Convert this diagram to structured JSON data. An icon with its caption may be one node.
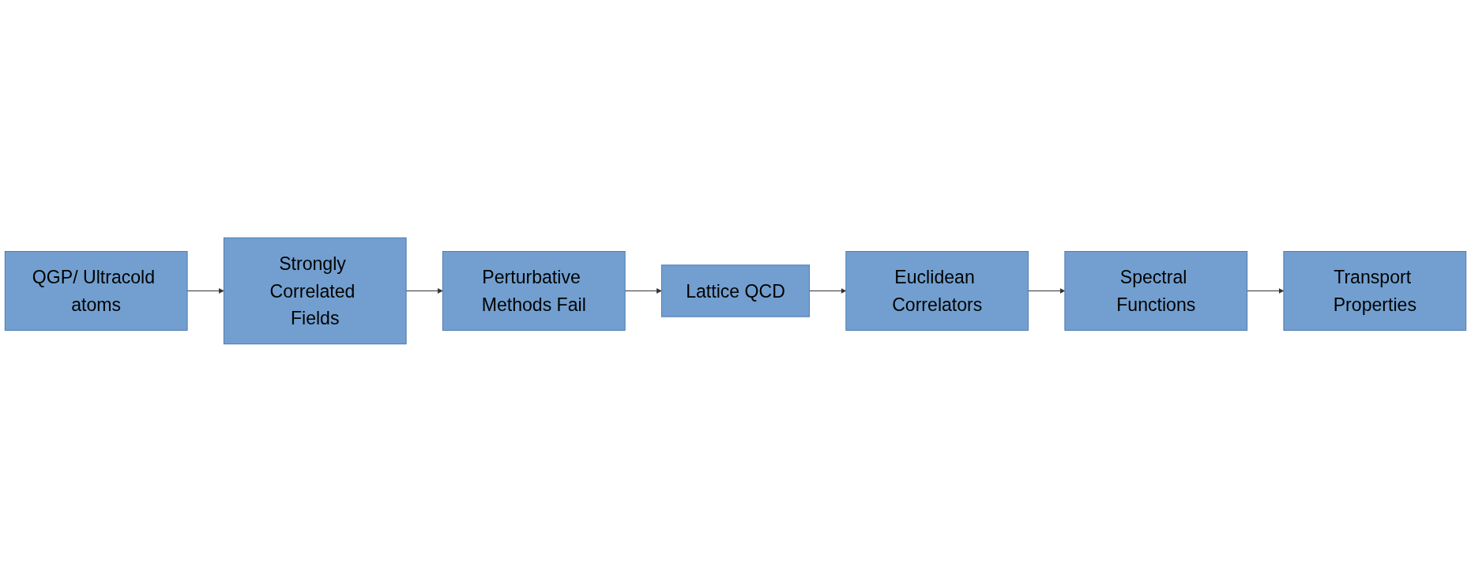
{
  "diagram": {
    "nodes": [
      {
        "text": [
          "QGP/ Ultracold atoms"
        ]
      },
      {
        "text": [
          "Strongly Correlated Fields"
        ]
      },
      {
        "text": [
          "Perturbative Methods Fail"
        ]
      },
      {
        "text": [
          "Lattice QCD"
        ]
      },
      {
        "text": [
          "Euclidean Correlators"
        ]
      },
      {
        "text": [
          "Spectral Functions"
        ]
      },
      {
        "text": [
          "Transport Properties"
        ]
      }
    ],
    "edges": [
      {
        "from": 0,
        "to": 1,
        "arrow": "to"
      },
      {
        "from": 1,
        "to": 2,
        "arrow": "to"
      },
      {
        "from": 2,
        "to": 3,
        "arrow": "to"
      },
      {
        "from": 3,
        "to": 4,
        "arrow": "to"
      },
      {
        "from": 4,
        "to": 5,
        "arrow": "to"
      },
      {
        "from": 5,
        "to": 6,
        "arrow": "to"
      }
    ]
  }
}
